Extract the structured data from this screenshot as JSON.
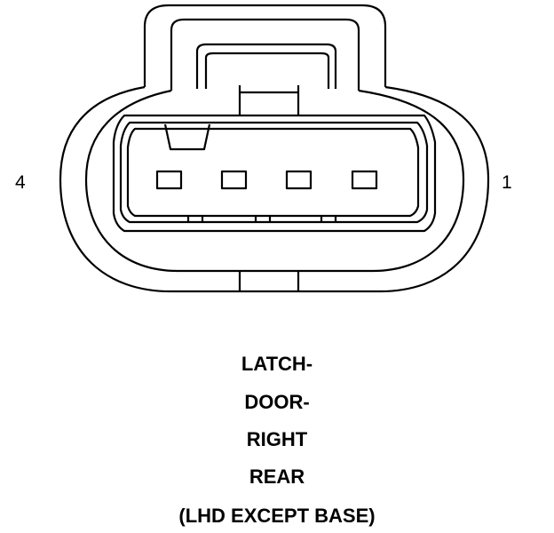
{
  "pins": {
    "left_label": "4",
    "right_label": "1"
  },
  "caption": {
    "line1": "LATCH-",
    "line2": "DOOR-",
    "line3": "RIGHT",
    "line4": "REAR",
    "line5": "(LHD EXCEPT BASE)"
  },
  "colors": {
    "stroke": "#000000",
    "background": "#ffffff"
  }
}
